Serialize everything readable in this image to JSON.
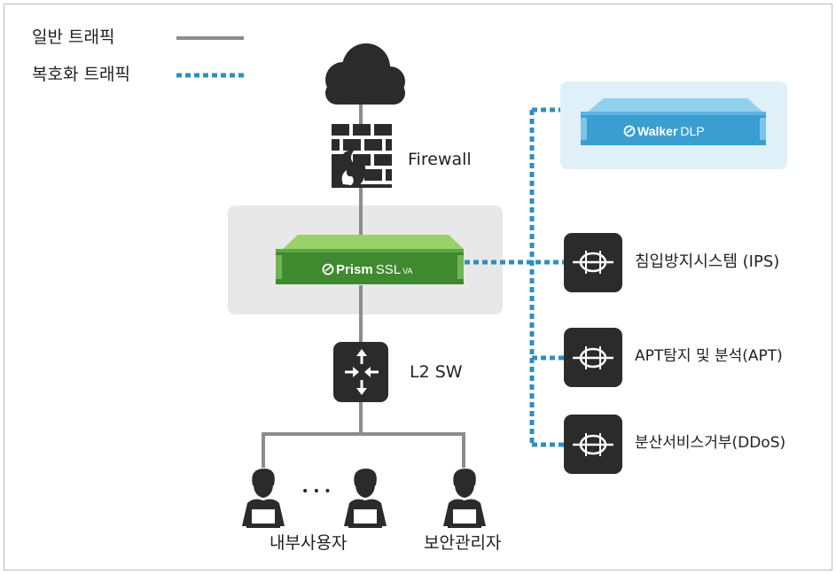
{
  "legend": {
    "normal_traffic": "일반 트래픽",
    "decrypted_traffic": "복호화 트래픽"
  },
  "nodes": {
    "firewall": "Firewall",
    "l2_switch": "L2 SW",
    "internal_users": "내부사용자",
    "security_admin": "보안관리자",
    "ips": "침입방지시스템 (IPS)",
    "apt": "APT탐지 및 분석(APT)",
    "ddos": "분산서비스거부(DDoS)",
    "ellipsis": "• • •"
  },
  "devices": {
    "prism": {
      "brand": "Prism",
      "model": "SSL",
      "suffix": "VA"
    },
    "walker": {
      "brand": "Walker",
      "model": "DLP"
    }
  },
  "colors": {
    "normal_line": "#8c8c8c",
    "decrypted_line": "#2f8fc0",
    "icon_dark": "#2b2b2b",
    "prism_green": "#3f8a2f",
    "walker_blue": "#3a9ed1",
    "prism_panel": "#e8e8e8",
    "walker_panel": "#dff0f8"
  }
}
